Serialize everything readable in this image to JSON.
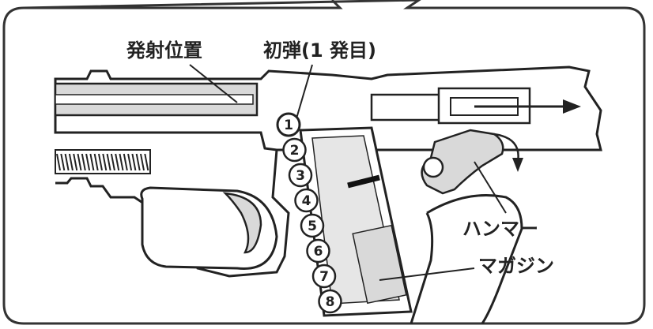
{
  "labels": {
    "firing_position": "発射位置",
    "first_round": "初弾(1 発目)",
    "hammer": "ハンマー",
    "magazine": "マガジン"
  },
  "rounds": [
    "1",
    "2",
    "3",
    "4",
    "5",
    "6",
    "7",
    "8"
  ],
  "colors": {
    "line": "#222222",
    "shade": "#d9d9d9",
    "frame": "#333333",
    "background": "#ffffff"
  }
}
